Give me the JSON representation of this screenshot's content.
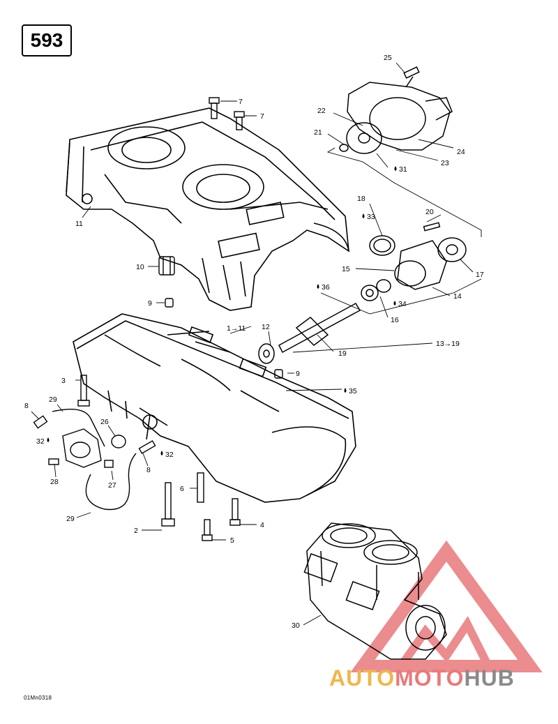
{
  "page_number": "593",
  "drawing_code": "01Mn0318",
  "brand": {
    "part1": "AUTO",
    "part2": "MOTO",
    "part3": "HUB"
  },
  "callouts": {
    "c1": "1→11",
    "c2": "2",
    "c3": "3",
    "c4": "4",
    "c5": "5",
    "c6": "6",
    "c7a": "7",
    "c7b": "7",
    "c8a": "8",
    "c8b": "8",
    "c9a": "9",
    "c9b": "9",
    "c10": "10",
    "c11": "11",
    "c12": "12",
    "c13": "13→19",
    "c14": "14",
    "c15": "15",
    "c16": "16",
    "c17": "17",
    "c18": "18",
    "c19": "19",
    "c20": "20",
    "c21": "21",
    "c22": "22",
    "c23": "23",
    "c24": "24",
    "c25": "25",
    "c26": "26",
    "c27": "27",
    "c28": "28",
    "c29a": "29",
    "c29b": "29",
    "c30": "30",
    "c31": "31",
    "c32a": "32",
    "c32b": "32",
    "c33": "33",
    "c34": "34",
    "c35": "35",
    "c36": "36"
  },
  "colors": {
    "line": "#000000",
    "watermark": "#e8797c",
    "logo_orange": "#f0b64c",
    "logo_gray": "#8a8a8a"
  }
}
